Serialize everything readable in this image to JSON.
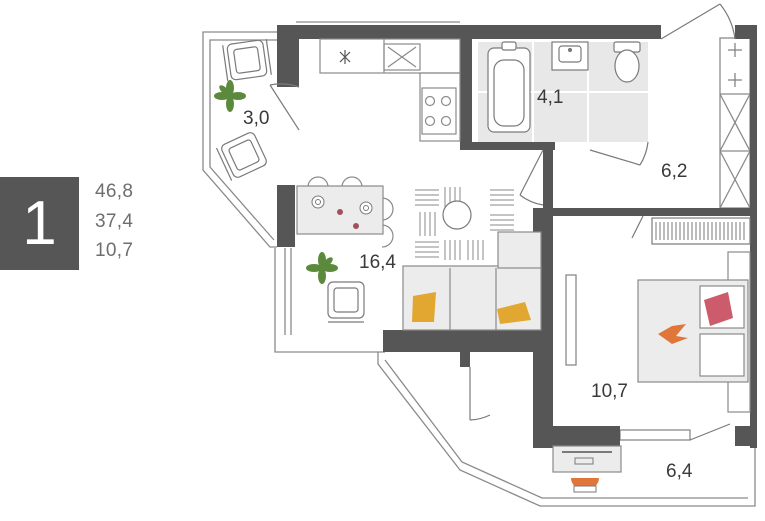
{
  "apartment": {
    "rooms_count": "1",
    "total_area": "46,8",
    "living_area": "37,4",
    "bedroom_area": "10,7"
  },
  "rooms": {
    "balcony_top": "3,0",
    "bathroom": "4,1",
    "hall": "6,2",
    "kitchen_living": "16,4",
    "bedroom": "10,7",
    "balcony_bottom": "6,4"
  },
  "colors": {
    "wall": "#565656",
    "pillow": "#e2a730",
    "bedroom_pillow": "#cc5c6c",
    "chair_accent": "#e0763a",
    "plant": "#5c8a3c",
    "tile": "#e6e6e6"
  }
}
